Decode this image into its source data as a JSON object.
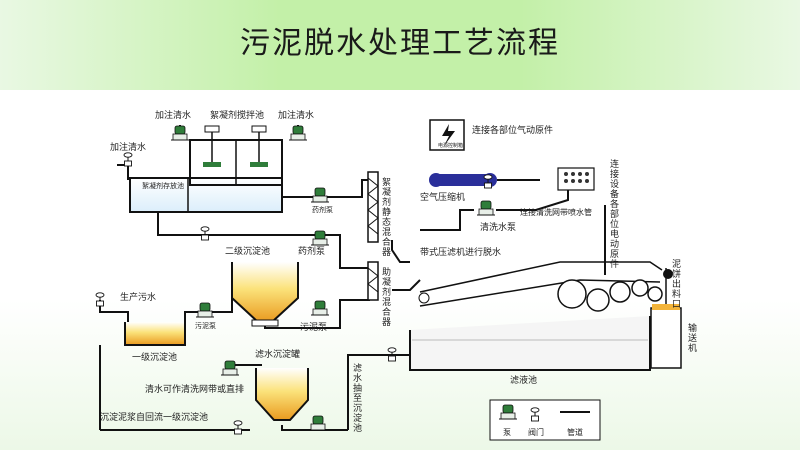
{
  "title": "污泥脱水处理工艺流程",
  "labels": {
    "add_water_1": "加注清水",
    "add_water_2": "加注清水",
    "add_water_3": "加注清水",
    "flocculant_mix_tank": "絮凝剂搅拌池",
    "flocculant_storage_tank": "絮凝剂存放池",
    "control_box": "电源控制箱",
    "connect_pneumatic": "连接各部位气动原件",
    "air_compressor": "空气压缩机",
    "connect_flush_pipe": "连接清洗网带喷水管",
    "clean_water_pump": "清洗水泵",
    "connect_electric": "连接设备各部位电动原件",
    "static_mixer": "絮凝剂静态混合器",
    "aid_mixer": "助凝剂混合器",
    "dosing_pump_small": "药剂泵",
    "dosing_pump": "药剂泵",
    "secondary_clarifier": "二级沉淀池",
    "belt_press": "带式压滤机进行脱水",
    "cake_outlet": "泥饼出料口",
    "conveyor": "输送机",
    "raw_sewage": "生产污水",
    "sludge_pump_small": "污泥泵",
    "sludge_pump": "污泥泵",
    "primary_clarifier": "一级沉淀池",
    "filtrate_settling_tank": "滤水沉淀罐",
    "filtrate_pump_to": "滤水抽至沉淀池",
    "filtrate_tank": "滤液池",
    "clean_water_reuse": "清水可作清洗网带或直排",
    "sediment_return": "沉淀泥浆自回流一级沉淀池"
  },
  "legend": {
    "pump": "泵",
    "valve": "阀门",
    "pipe": "管道"
  },
  "colors": {
    "banner": "#c3f0a8",
    "liquid": "#eef8ff",
    "sludge": "#f3b43a",
    "pump": "#2f7d3a",
    "compressor": "#2a2f9a",
    "pipe": "#111111"
  }
}
